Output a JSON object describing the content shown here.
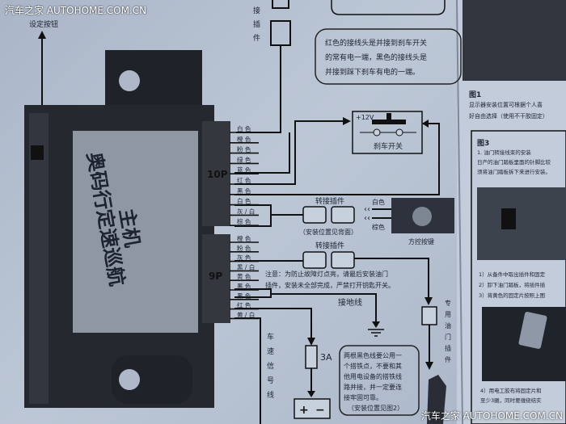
{
  "watermark": {
    "top": "汽车之家  AUTOHOME.COM.CN",
    "bottom": "汽车之家  AUTOHOME.COM.CN"
  },
  "left": {
    "set_button": "设定按钮",
    "host_label_1": "奥码行定速巡航",
    "host_label_2": "主机"
  },
  "top_connector": {
    "label": [
      "接",
      "插",
      "件"
    ]
  },
  "note_top": [
    "红色的接线头是并接到刹车开关",
    "的常有电一端，黑色的接线头是",
    "并接到踩下刹车有电的一端。"
  ],
  "brake_switch": {
    "voltage": "+12V",
    "label": "刹车开关"
  },
  "connector_10p": {
    "label": "10P",
    "wires": [
      "白 色",
      "橙 色",
      "粉 色",
      "绿 色",
      "蓝 色",
      "红 色",
      "黑 色",
      "白 色",
      "灰 / 白",
      "棕 色"
    ]
  },
  "connector_9p": {
    "label": "9P",
    "wires": [
      "橙 色",
      "粉 色",
      "灰 色",
      "黑 / 白",
      "黄 色",
      "黑 色",
      "黑 色",
      "红 色",
      "黄 / 白"
    ]
  },
  "adapter_1": {
    "label": "转接插件",
    "sub": "（安装位置见背面）",
    "white": "白色",
    "brown": "棕色",
    "steering": "方控按键"
  },
  "adapter_2": {
    "label": "转接插件",
    "warning": [
      "注意：为防止故障灯点亮，请最后安装油门",
      "插件，安装未全部完成，严禁打开钥匙开关。"
    ]
  },
  "ground": {
    "label": "接地线"
  },
  "fuse": {
    "label": "3A"
  },
  "battery": {
    "plus": "+",
    "minus": "−"
  },
  "speed_signal": {
    "label": [
      "车",
      "速",
      "信",
      "号",
      "线"
    ]
  },
  "throttle": {
    "label": [
      "专",
      "用",
      "油",
      "门",
      "插",
      "件"
    ]
  },
  "note_bottom": [
    "两根黑色线要公用一",
    "个搭铁点，不要和其",
    "他用电设备的搭铁线",
    "路并接，并一定要连",
    "接牢固可靠。",
    "（安装位置见图2）"
  ],
  "right_panel": {
    "fig1_title": "图1",
    "fig1_text": [
      "显示器安装位置可根据个人喜",
      "好自由选择（使用不干胶固定）"
    ],
    "fig3_title": "图3",
    "fig3_text": [
      "1. 油门转接线束的安装",
      "日产的油门踏板里面的针脚比较",
      "须将油门踏板拆下来进行安装。"
    ],
    "steps": [
      "1）从备件中取出插件和固定",
      "2）卸下油门踏板，将插件插",
      "3）将黄色的固定片按照上图"
    ],
    "steps2": [
      "4）用电工胶布将固定片和",
      "至少3圈，同时要缠绕结实"
    ]
  }
}
